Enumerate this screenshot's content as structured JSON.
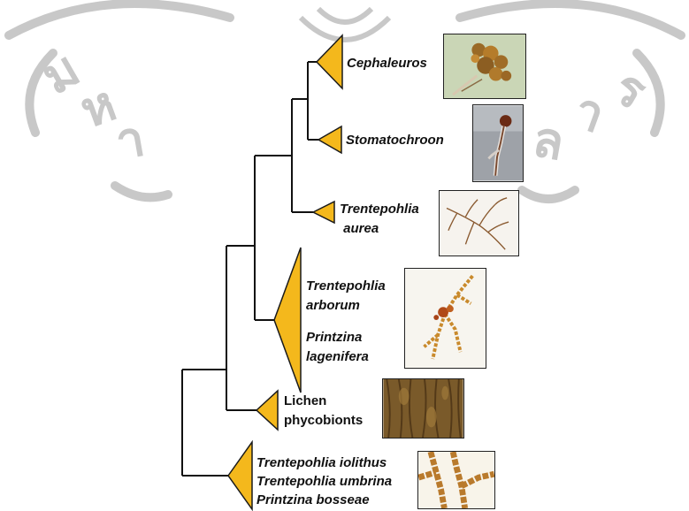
{
  "tree": {
    "taxa": [
      {
        "id": "cephaleuros",
        "lines": [
          "Cephaleuros"
        ],
        "italic": true,
        "image": "cephaleuros-photo"
      },
      {
        "id": "stomatochroon",
        "lines": [
          "Stomatochroon"
        ],
        "italic": true,
        "image": "stomatochroon-photo"
      },
      {
        "id": "trentepohlia-aurea",
        "lines": [
          "Trentepohlia",
          " aurea"
        ],
        "italic": true,
        "image": "trentepohlia-aurea-photo"
      },
      {
        "id": "arborum-lagenifera",
        "lines": [
          "Trentepohlia",
          "arborum",
          "Printzina",
          "lagenifera"
        ],
        "italic": true,
        "image": "trentepohlia-arborum-photo"
      },
      {
        "id": "lichen",
        "lines": [
          "Lichen",
          "phycobionts"
        ],
        "italic": false,
        "image": "lichen-bark-photo"
      },
      {
        "id": "iolithus-group",
        "lines": [
          "Trentepohlia iolithus",
          "Trentepohlia umbrina",
          "Printzina bosseae"
        ],
        "italic": true,
        "image": "trentepohlia-iolithus-photo"
      }
    ],
    "colors": {
      "clade_fill": "#f4b81c",
      "clade_stroke": "#1a1a1a",
      "branch": "#111111",
      "watermark": "#c8c8c8"
    }
  }
}
